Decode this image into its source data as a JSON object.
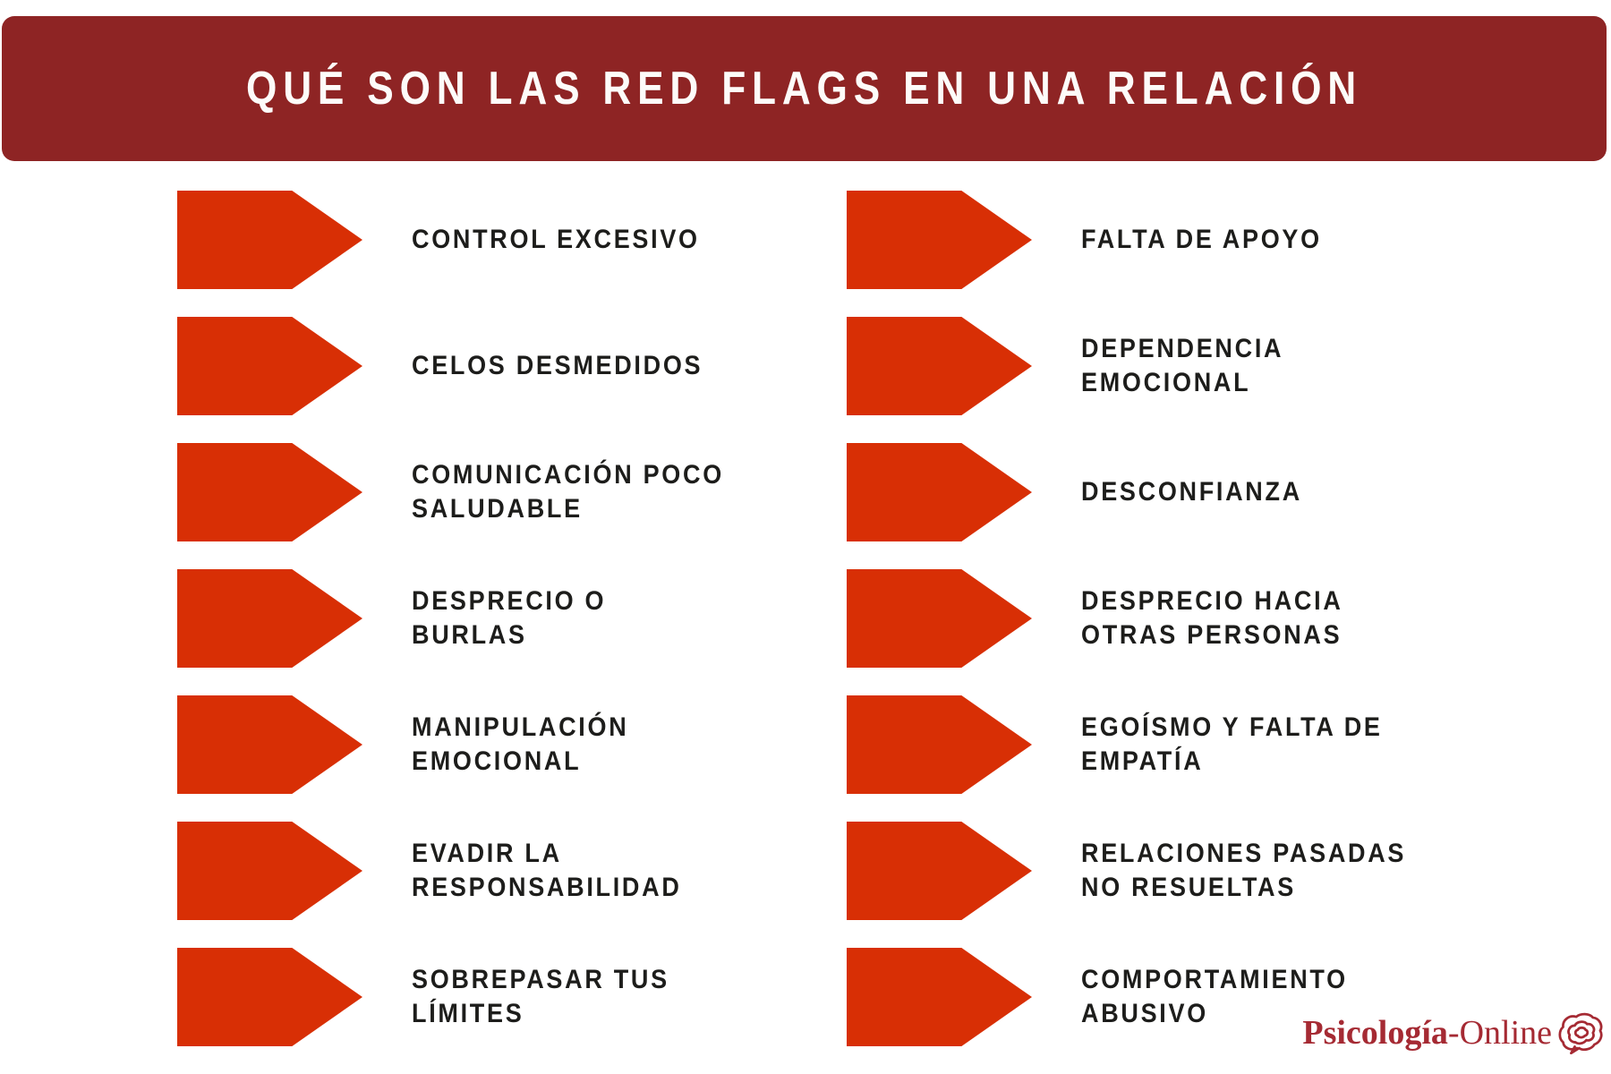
{
  "header": {
    "title": "QUÉ SON LAS RED FLAGS EN UNA RELACIÓN"
  },
  "items": {
    "left": [
      {
        "lines": [
          "CONTROL EXCESIVO"
        ]
      },
      {
        "lines": [
          "CELOS DESMEDIDOS"
        ]
      },
      {
        "lines": [
          "COMUNICACIÓN POCO",
          "SALUDABLE"
        ]
      },
      {
        "lines": [
          "DESPRECIO O",
          "BURLAS"
        ]
      },
      {
        "lines": [
          "MANIPULACIÓN",
          "EMOCIONAL"
        ]
      },
      {
        "lines": [
          "EVADIR LA",
          "RESPONSABILIDAD"
        ]
      },
      {
        "lines": [
          "SOBREPASAR TUS",
          "LÍMITES"
        ]
      }
    ],
    "right": [
      {
        "lines": [
          "FALTA DE APOYO"
        ]
      },
      {
        "lines": [
          "DEPENDENCIA",
          "EMOCIONAL"
        ]
      },
      {
        "lines": [
          "DESCONFIANZA"
        ]
      },
      {
        "lines": [
          "DESPRECIO HACIA",
          "OTRAS PERSONAS"
        ]
      },
      {
        "lines": [
          "EGOÍSMO Y FALTA DE",
          "EMPATÍA"
        ]
      },
      {
        "lines": [
          "RELACIONES PASADAS",
          "NO RESUELTAS"
        ]
      },
      {
        "lines": [
          "COMPORTAMIENTO",
          "ABUSIVO"
        ]
      }
    ]
  },
  "logo": {
    "brand_bold": "Psicología",
    "brand_light": "-Online",
    "icon": "brain-icon"
  },
  "colors": {
    "banner": "#8E2424",
    "flag": "#D82F05",
    "text": "#1D1D1B",
    "logo": "#A52A33",
    "background": "#FFFFFF"
  }
}
